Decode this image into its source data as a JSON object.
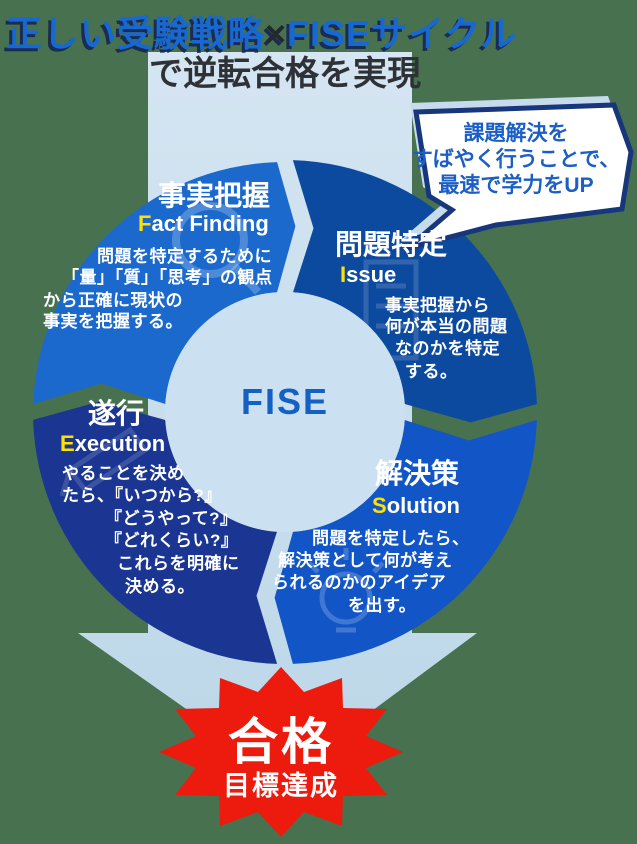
{
  "title": {
    "line1_left": "正しい受験戦略",
    "line1_cross": "×",
    "line1_right": "FISEサイクル",
    "line2": "で逆転合格を実現"
  },
  "bubble": {
    "lines": [
      "課題解決を",
      "すばやく行うことで、",
      "最速で学力をUP"
    ]
  },
  "center": {
    "label": "FISE"
  },
  "quadrants": [
    {
      "id": "fact-finding",
      "jp": "事実把握",
      "en_initial": "F",
      "en_rest": "act Finding",
      "icon": "magnifier-icon",
      "body": [
        "問題を特定するために",
        "「量」「質」「思考」の観点",
        "から正確に現状の",
        "事実を把握する。"
      ]
    },
    {
      "id": "issue",
      "jp": "問題特定",
      "en_initial": "I",
      "en_rest": "ssue",
      "icon": "document-icon",
      "body": [
        "事実把握から",
        "何が本当の問題",
        "なのかを特定",
        "する。"
      ]
    },
    {
      "id": "solution",
      "jp": "解決策",
      "en_initial": "S",
      "en_rest": "olution",
      "icon": "lightbulb-icon",
      "body": [
        "問題を特定したら、",
        "解決策として何が考え",
        "られるのかのアイデア",
        "を出す。"
      ]
    },
    {
      "id": "execution",
      "jp": "遂行",
      "en_initial": "E",
      "en_rest": "xecution",
      "icon": "pencil-icon",
      "body": [
        "やることを決め",
        "たら、『いつから?』",
        "『どうやって?』",
        "『どれくらい?』",
        "これらを明確に",
        "決める。"
      ]
    }
  ],
  "goal": {
    "main": "合格",
    "sub": "目標達成"
  },
  "colors": {
    "background": "#48714F",
    "title_blue": "#1768D1",
    "title_dark": "#23272E",
    "arrow_light_blue": "#C9DEED",
    "quadrant_top_left": "#1B69CD",
    "quadrant_top_right": "#0C4AA0",
    "quadrant_bottom_right": "#1155C6",
    "quadrant_bottom_left": "#1A3692",
    "inner_circle": "#CBE0F1",
    "fise_blue": "#1560C4",
    "initial_yellow": "#FFE100",
    "bubble_border_navy": "#18367C",
    "bubble_text_blue": "#1B5EC6",
    "burst_red": "#EC1B0D"
  }
}
